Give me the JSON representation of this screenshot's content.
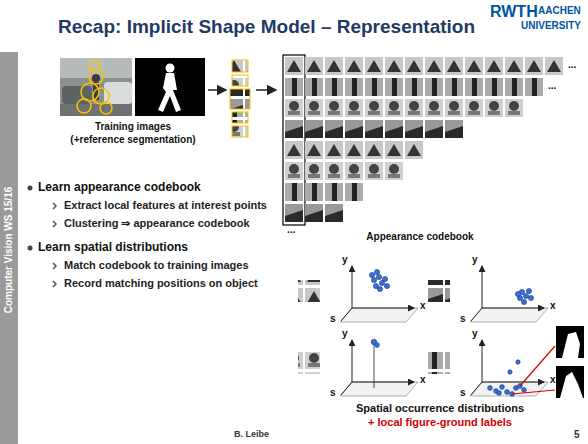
{
  "diagram": {
    "title": "Recap: Implicit Shape Model – Representation",
    "labels": [
      "RWTH",
      "AACHEN",
      "UNIVERSITY",
      "Computer Vision WS 15/16",
      "Training images",
      "(+reference segmentation)",
      "...",
      "...",
      "...",
      "Appearance codebook",
      "Learn appearance codebook",
      "Extract local features at interest points",
      "Clustering ⇒ appearance codebook",
      "Learn spatial distributions",
      "Match codebook to training images",
      "Record matching positions on object",
      "y",
      "s",
      "x",
      "y",
      "s",
      "x",
      "y",
      "s",
      "x",
      "y",
      "s",
      "x",
      "Spatial occurrence distributions",
      "+ local figure-ground labels",
      "B. Leibe",
      "5"
    ]
  }
}
